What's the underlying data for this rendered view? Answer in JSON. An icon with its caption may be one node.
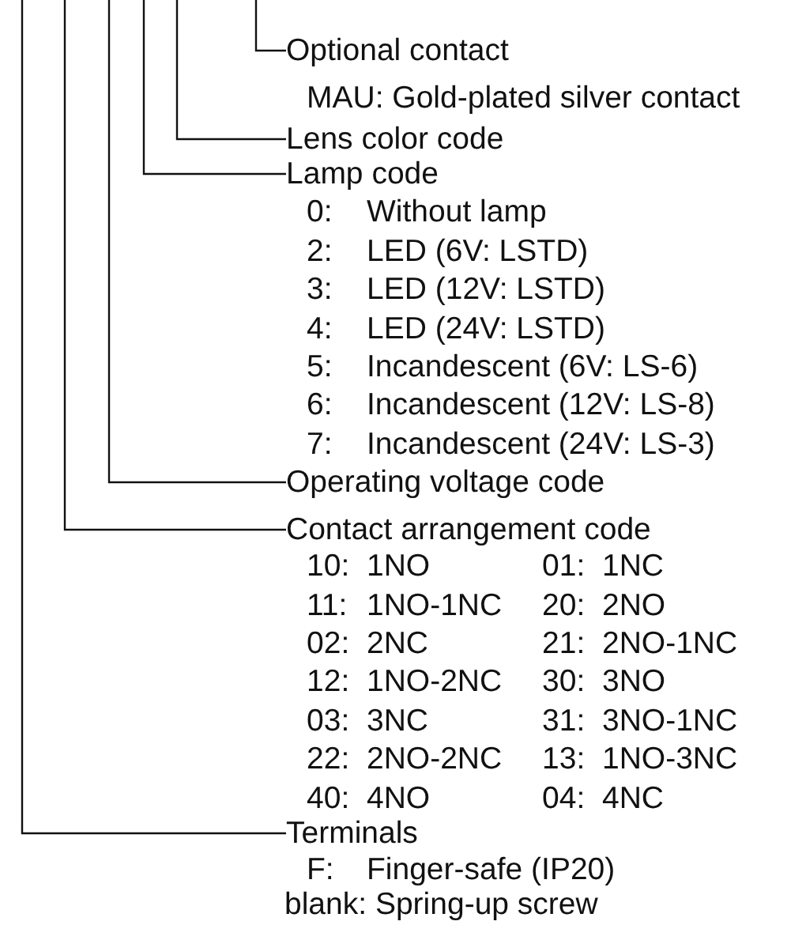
{
  "diagram": {
    "nodes": [
      {
        "text": [
          "Optional contact"
        ]
      },
      {
        "text": [
          "Lens color code"
        ]
      },
      {
        "text": [
          "Lamp code"
        ]
      },
      {
        "text": [
          "Operating voltage code"
        ]
      },
      {
        "text": [
          "Contact arrangement code"
        ]
      },
      {
        "text": [
          "Terminals"
        ]
      }
    ],
    "edges": [
      {
        "from": null,
        "to": 0,
        "arrow": "none"
      },
      {
        "from": null,
        "to": 1,
        "arrow": "none"
      },
      {
        "from": null,
        "to": 2,
        "arrow": "none"
      },
      {
        "from": null,
        "to": 3,
        "arrow": "none"
      },
      {
        "from": null,
        "to": 4,
        "arrow": "none"
      },
      {
        "from": null,
        "to": 5,
        "arrow": "none"
      }
    ],
    "labels": [
      "MAU: Gold-plated silver contact",
      "0:",
      "Without lamp",
      "2:",
      "LED (6V: LSTD)",
      "3:",
      "LED (12V: LSTD)",
      "4:",
      "LED (24V: LSTD)",
      "5:",
      "Incandescent (6V: LS-6)",
      "6:",
      "Incandescent (12V: LS-8)",
      "7:",
      "Incandescent (24V: LS-3)",
      "10:",
      "1NO",
      "01:",
      "1NC",
      "11:",
      "1NO-1NC",
      "20:",
      "2NO",
      "02:",
      "2NC",
      "21:",
      "2NO-1NC",
      "12:",
      "1NO-2NC",
      "30:",
      "3NO",
      "03:",
      "3NC",
      "31:",
      "3NO-1NC",
      "22:",
      "2NO-2NC",
      "13:",
      "1NO-3NC",
      "40:",
      "4NO",
      "04:",
      "4NC",
      "F:",
      "Finger-safe (IP20)",
      "blank: Spring-up screw"
    ]
  }
}
